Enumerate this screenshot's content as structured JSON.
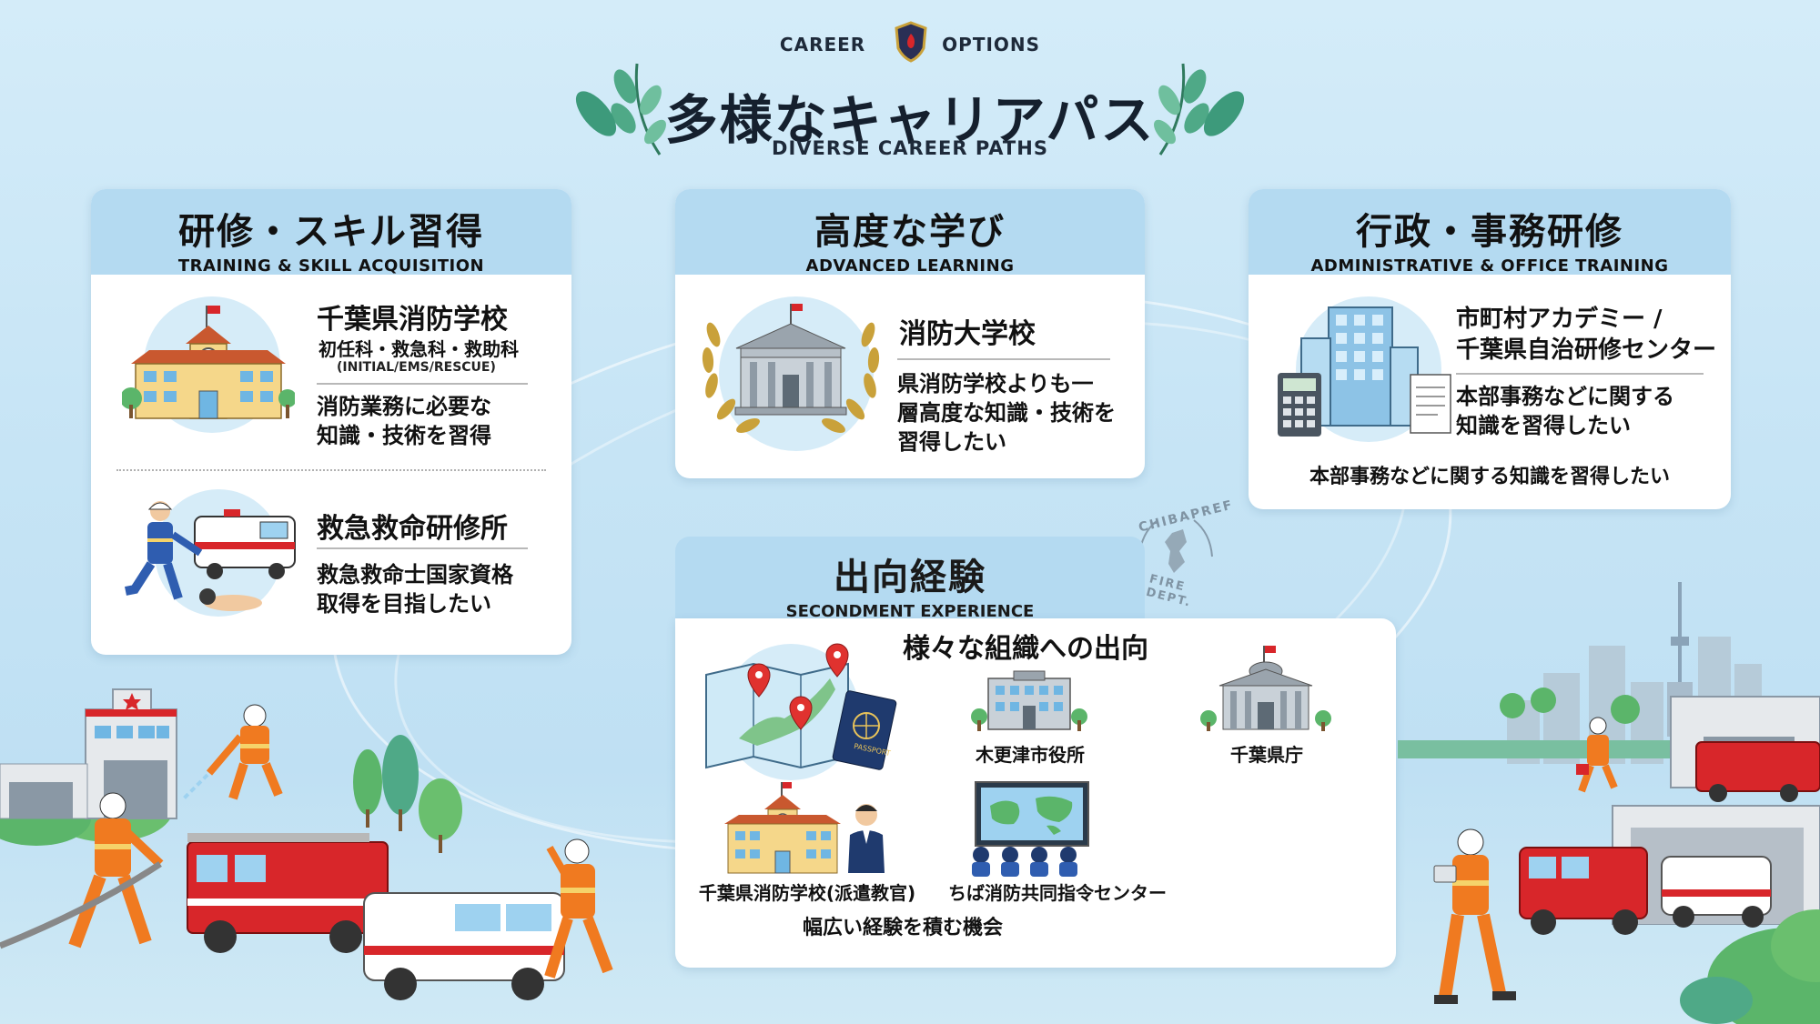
{
  "header": {
    "career": "CAREER",
    "options": "OPTIONS",
    "title": "多様なキャリアパス",
    "subtitle": "DIVERSE CAREER PATHS"
  },
  "cards": {
    "training": {
      "title": "研修・スキル習得",
      "subtitle": "TRAINING & SKILL ACQUISITION",
      "items": [
        {
          "title": "千葉県消防学校",
          "courses": "初任科・救急科・救助科",
          "courses_en": "(INITIAL/EMS/RESCUE)",
          "desc_line1": "消防業務に必要な",
          "desc_line2": "知識・技術を習得"
        },
        {
          "title": "救急救命研修所",
          "desc_line1": "救急救命士国家資格",
          "desc_line2": "取得を目指したい"
        }
      ]
    },
    "advanced": {
      "title": "高度な学び",
      "subtitle": "ADVANCED LEARNING",
      "item_title": "消防大学校",
      "desc_line1": "県消防学校よりも一",
      "desc_line2": "層高度な知識・技術を",
      "desc_line3": "習得したい"
    },
    "admin": {
      "title": "行政・事務研修",
      "subtitle": "ADMINISTRATIVE & OFFICE TRAINING",
      "item_title_line1": "市町村アカデミー /",
      "item_title_line2": "千葉県自治研修センター",
      "desc_line1": "本部事務などに関する",
      "desc_line2": "知識を習得したい",
      "footer": "本部事務などに関する知識を習得したい"
    },
    "secondment": {
      "title": "出向経験",
      "subtitle": "SECONDMENT EXPERIENCE",
      "heading": "様々な組織への出向",
      "org1": "木更津市役所",
      "org2": "千葉県庁",
      "org3": "千葉県消防学校(派遣教官)",
      "org4": "ちば消防共同指令センター",
      "footer": "幅広い経験を積む機会",
      "passport": "PASSPORT"
    }
  },
  "seal": {
    "top": "CHIBAPREF",
    "bottom": "FIRE DEPT."
  },
  "colors": {
    "card_header": "#b4daf1",
    "background": "#c6e4f5",
    "fire_red": "#d8262a",
    "firefighter_orange": "#f07a20"
  }
}
